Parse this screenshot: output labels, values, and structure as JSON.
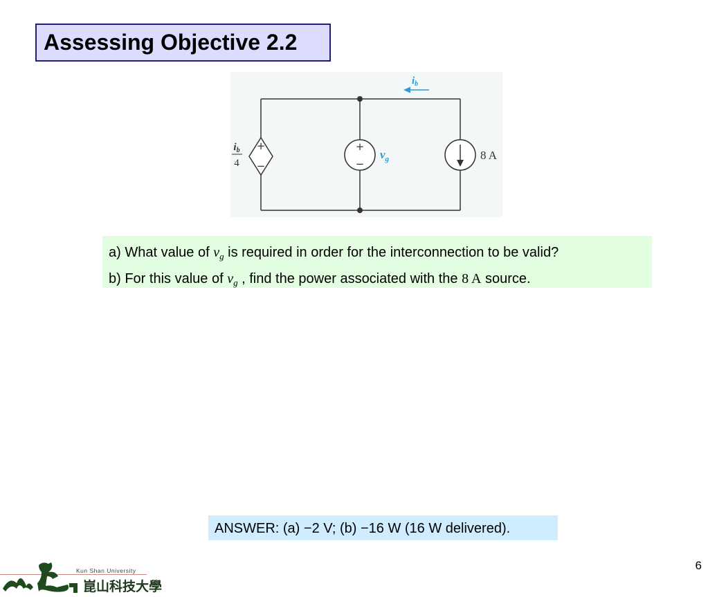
{
  "slide": {
    "title": "Assessing Objective 2.2",
    "page_number": "6"
  },
  "circuit": {
    "current_label_main": "i",
    "current_label_sub": "b",
    "dep_source_numerator_main": "i",
    "dep_source_numerator_sub": "b",
    "dep_source_denominator": "4",
    "voltage_label_main": "v",
    "voltage_label_sub": "g",
    "plus_sign": "+",
    "minus_sign": "−",
    "current_source_label": "8 A",
    "colors": {
      "wire": "#333333",
      "label_blue": "#2a9bd4",
      "background": "#f3f7f7"
    }
  },
  "questions": {
    "a_prefix": "a) What value of ",
    "a_var_main": "v",
    "a_var_sub": "g",
    "a_suffix": " is required in order for the interconnection to be valid?",
    "b_prefix": "b) For this value of ",
    "b_var_main": "v",
    "b_var_sub": "g",
    "b_middle": " , find the power associated with the ",
    "b_source": "8 A",
    "b_suffix": " source."
  },
  "answer": {
    "text": "ANSWER: (a) −2 V; (b) −16 W (16 W delivered)."
  },
  "logo": {
    "english_name": "Kun Shan University",
    "chinese_name": "崑山科技大學"
  }
}
